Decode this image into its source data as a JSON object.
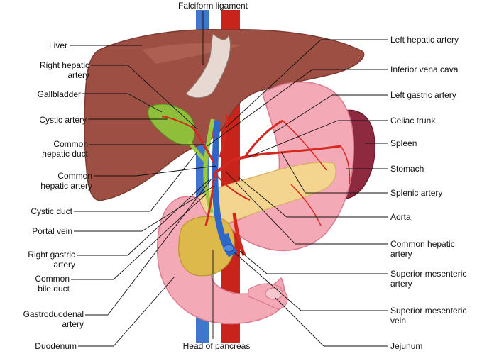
{
  "labels_left": [
    {
      "id": "liver",
      "text": "Liver"
    },
    {
      "id": "right-hepatic-artery",
      "text": "Right hepatic\nartery"
    },
    {
      "id": "gallbladder",
      "text": "Gallbladder"
    },
    {
      "id": "cystic-artery",
      "text": "Cystic artery"
    },
    {
      "id": "common-hepatic-duct",
      "text": "Common\nhepatic duct"
    },
    {
      "id": "common-hepatic-artery-left",
      "text": "Common\nhepatic artery"
    },
    {
      "id": "cystic-duct",
      "text": "Cystic duct"
    },
    {
      "id": "portal-vein",
      "text": "Portal vein"
    },
    {
      "id": "right-gastric-artery",
      "text": "Right gastric\nartery"
    },
    {
      "id": "common-bile-duct",
      "text": "Common\nbile duct"
    },
    {
      "id": "gastroduodenal-artery",
      "text": "Gastroduodenal\nartery"
    },
    {
      "id": "duodenum",
      "text": "Duodenum"
    }
  ],
  "labels_right": [
    {
      "id": "left-hepatic-artery",
      "text": "Left hepatic artery"
    },
    {
      "id": "inferior-vena-cava",
      "text": "Inferior vena cava"
    },
    {
      "id": "left-gastric-artery",
      "text": "Left gastric artery"
    },
    {
      "id": "celiac-trunk",
      "text": "Celiac trunk"
    },
    {
      "id": "spleen",
      "text": "Spleen"
    },
    {
      "id": "stomach",
      "text": "Stomach"
    },
    {
      "id": "splenic-artery",
      "text": "Splenic artery"
    },
    {
      "id": "aorta",
      "text": "Aorta"
    },
    {
      "id": "common-hepatic-artery-right",
      "text": "Common hepatic\nartery"
    },
    {
      "id": "superior-mesenteric-artery",
      "text": "Superior mesenteric\nartery"
    },
    {
      "id": "superior-mesenteric-vein",
      "text": "Superior mesenteric\nvein"
    },
    {
      "id": "jejunum",
      "text": "Jejunum"
    }
  ],
  "labels_top": [
    {
      "id": "falciform-ligament",
      "text": "Falciform ligament"
    }
  ],
  "labels_bottom": [
    {
      "id": "head-of-pancreas",
      "text": "Head of pancreas"
    }
  ],
  "colors": {
    "liver": "#9e4f43",
    "liver_dark": "#7d3a30",
    "stomach": "#f3a9b6",
    "stomach_edge": "#d97c8d",
    "spleen": "#8e2a3f",
    "pancreas": "#f3d590",
    "gallbladder": "#8fbf3a",
    "artery": "#d4271e",
    "vein": "#2d67c7",
    "duct": "#9bc93f",
    "leader": "#111111"
  }
}
